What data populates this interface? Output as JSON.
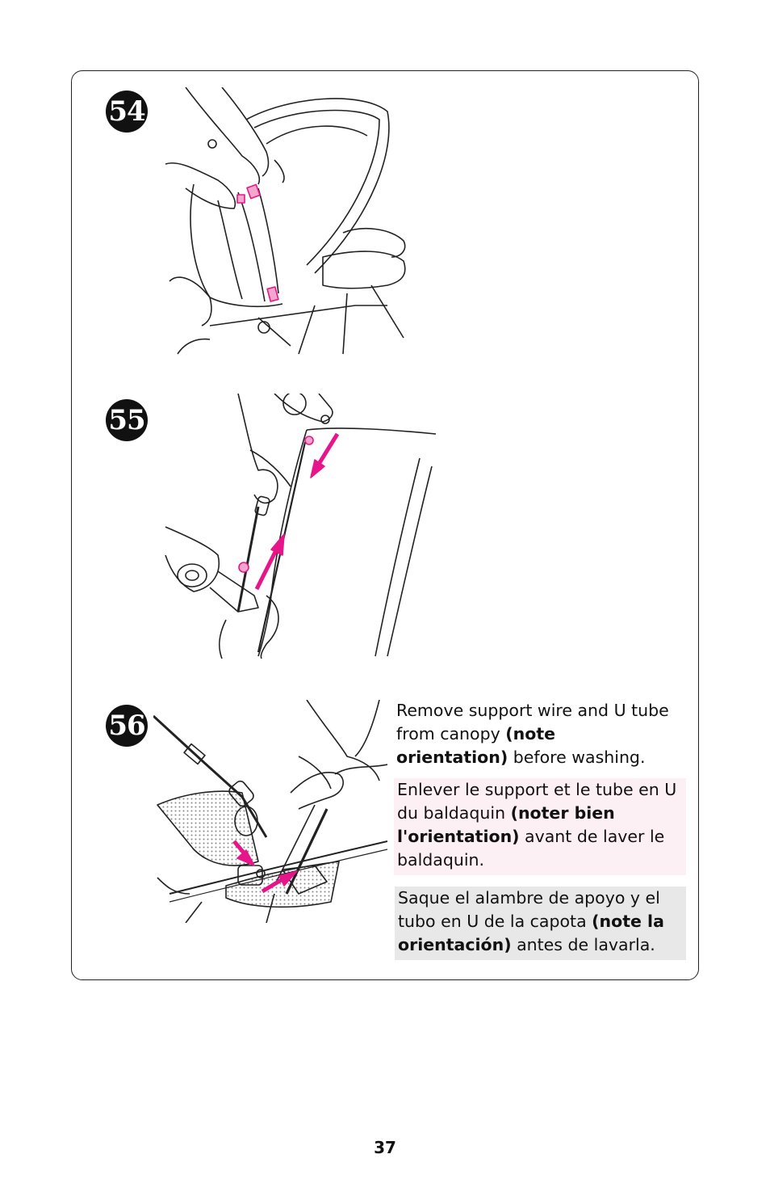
{
  "steps": [
    {
      "number": "54"
    },
    {
      "number": "55"
    },
    {
      "number": "56"
    }
  ],
  "instructions": {
    "en": {
      "pre": "Remove support wire and U tube from canopy ",
      "bold": "(note orientation)",
      "post": " before washing."
    },
    "fr": {
      "pre": "Enlever le support et le tube en U du baldaquin ",
      "bold": "(noter bien l'orientation)",
      "post": " avant de laver le baldaquin."
    },
    "es": {
      "pre": "Saque el alambre de apoyo y el tubo en U de la capota ",
      "bold": "(note la orientación)",
      "post": " antes de lavarla."
    }
  },
  "page_number": "37",
  "colors": {
    "accent": "#e6168a",
    "badge": "#111111",
    "fr_bg": "#fdf0f5",
    "es_bg": "#e8e8e8"
  }
}
